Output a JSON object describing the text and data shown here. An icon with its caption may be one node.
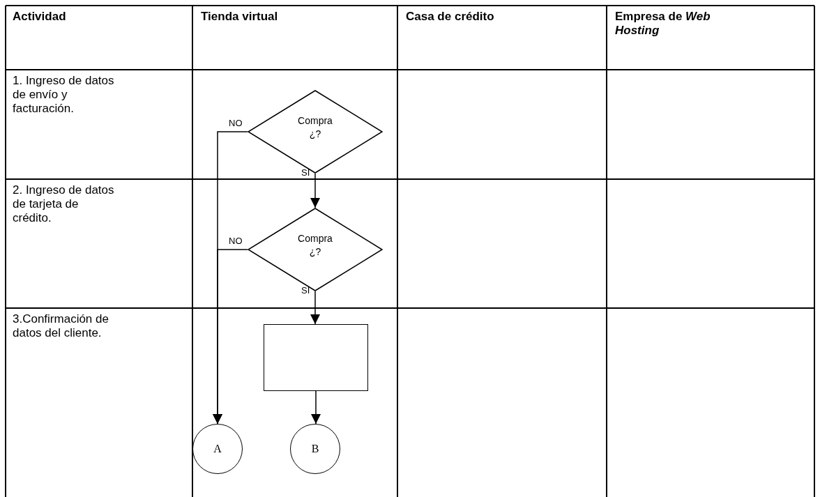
{
  "diagram": {
    "nodes": [
      {
        "text": [
          "Compra ¿?"
        ]
      },
      {
        "text": [
          "Compra ¿?"
        ]
      },
      {
        "text": [],
        "shape": "box"
      },
      {
        "text": [
          "A"
        ]
      },
      {
        "text": [
          "B"
        ]
      }
    ],
    "edges": [
      {
        "from": 0,
        "to": 1,
        "arrow": "to",
        "label": "SI"
      },
      {
        "from": 0,
        "to": 3,
        "arrow": "to",
        "label": "NO"
      },
      {
        "from": 1,
        "to": 3,
        "arrow": "to",
        "label": "NO"
      },
      {
        "from": 1,
        "to": 2,
        "arrow": "to",
        "label": "SI"
      },
      {
        "from": 2,
        "to": 4,
        "arrow": "to"
      }
    ],
    "labels": [
      "Actividad",
      "Tienda virtual",
      "Casa de crédito",
      "Empresa de *Web Hosting*",
      "1. Ingreso de datos de envío y facturación.",
      "2. Ingreso de datos de tarjeta de crédito.",
      "3.Confirmación de datos del cliente."
    ]
  }
}
